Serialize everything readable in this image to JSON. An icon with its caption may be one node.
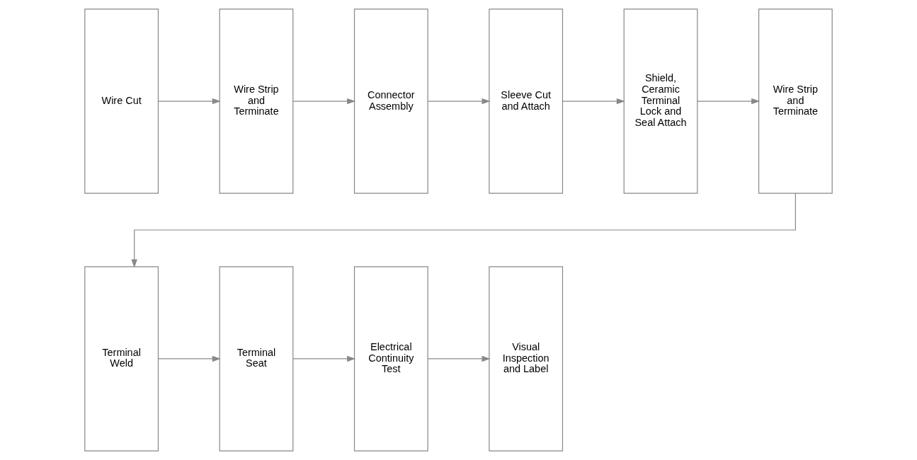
{
  "diagram": {
    "nodes": [
      {
        "text": [
          "Wire Cut"
        ]
      },
      {
        "text": [
          "Wire Strip and Terminate"
        ]
      },
      {
        "text": [
          "Connector Assembly"
        ]
      },
      {
        "text": [
          "Sleeve Cut and Attach"
        ]
      },
      {
        "text": [
          "Shield, Ceramic Terminal Lock and Seal Attach"
        ]
      },
      {
        "text": [
          "Wire Strip and Terminate"
        ]
      },
      {
        "text": [
          "Terminal Weld"
        ]
      },
      {
        "text": [
          "Terminal Seat"
        ]
      },
      {
        "text": [
          "Electrical Continuity Test"
        ]
      },
      {
        "text": [
          "Visual Inspection and Label"
        ]
      }
    ],
    "edges": [
      {
        "from": 0,
        "to": 1,
        "arrow": "to"
      },
      {
        "from": 1,
        "to": 2,
        "arrow": "to"
      },
      {
        "from": 2,
        "to": 3,
        "arrow": "to"
      },
      {
        "from": 3,
        "to": 4,
        "arrow": "to"
      },
      {
        "from": 4,
        "to": 5,
        "arrow": "to"
      },
      {
        "from": 5,
        "to": 6,
        "arrow": "to"
      },
      {
        "from": 6,
        "to": 7,
        "arrow": "to"
      },
      {
        "from": 7,
        "to": 8,
        "arrow": "to"
      },
      {
        "from": 8,
        "to": 9,
        "arrow": "to"
      }
    ]
  }
}
